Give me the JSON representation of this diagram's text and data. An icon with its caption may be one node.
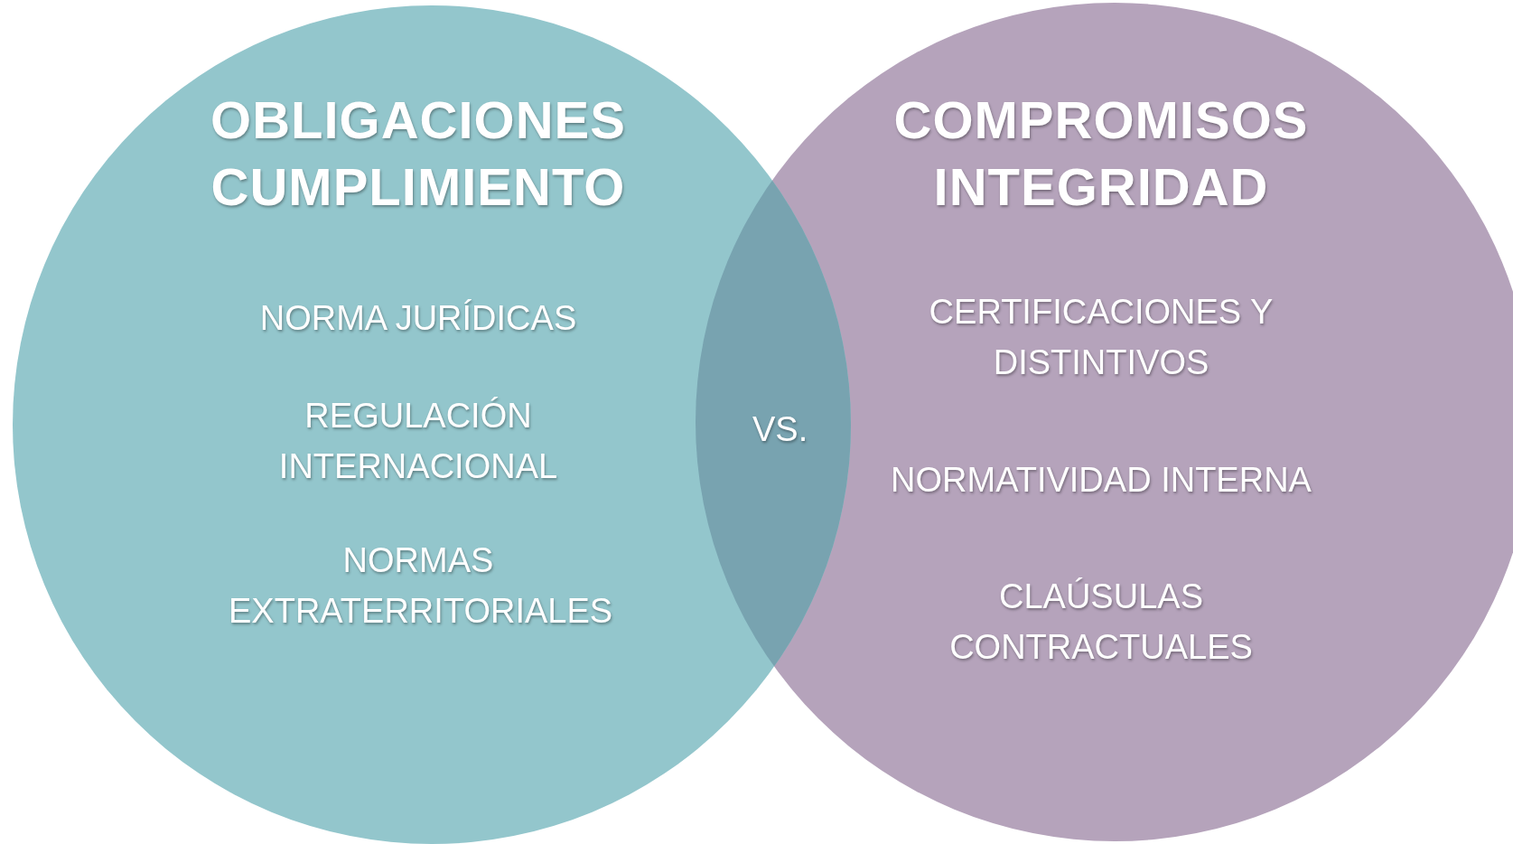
{
  "diagram": {
    "nodes": [
      {
        "text": [
          "OBLIGACIONES CUMPLIMIENTO",
          "NORMA JURÍDICAS",
          "REGULACIÓN INTERNACIONAL",
          "NORMAS EXTRATERRITORIALES"
        ]
      },
      {
        "text": [
          "COMPROMISOS INTEGRIDAD",
          "CERTIFICACIONES Y DISTINTIVOS",
          "NORMATIVIDAD INTERNA",
          "CLAÚSULAS CONTRACTUALES"
        ]
      }
    ],
    "edges": [],
    "labels": [
      "VS."
    ]
  }
}
